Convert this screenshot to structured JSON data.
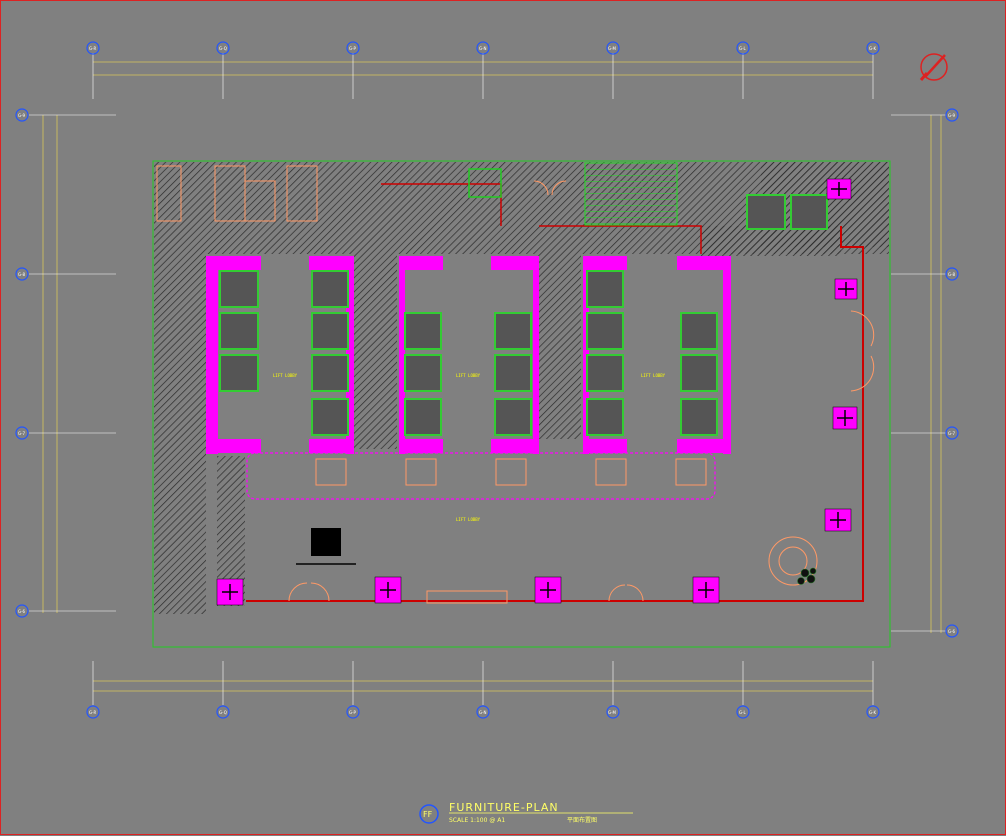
{
  "drawing": {
    "title": "FURNITURE-PLAN",
    "scale": "SCALE 1:100 @ A1",
    "title_cn": "平面布置图",
    "badge": "FF"
  },
  "grid": {
    "columns_top": [
      "G-R",
      "G-Q",
      "G-P",
      "G-N",
      "G-M",
      "G-L",
      "G-K"
    ],
    "rows": [
      "G-9",
      "G-8",
      "G-7",
      "G-6"
    ]
  },
  "colors": {
    "background": "#808080",
    "wall": "#cc0000",
    "outline": "#22cc22",
    "core": "#ff00ff",
    "lift": "#33cc33",
    "label": "#ffff00",
    "door": "#ff9966",
    "grid": "#2255ff"
  },
  "labels": {
    "lobby": "LIFT LOBBY"
  },
  "icons": [
    "north-arrow-icon",
    "compass-icon"
  ]
}
